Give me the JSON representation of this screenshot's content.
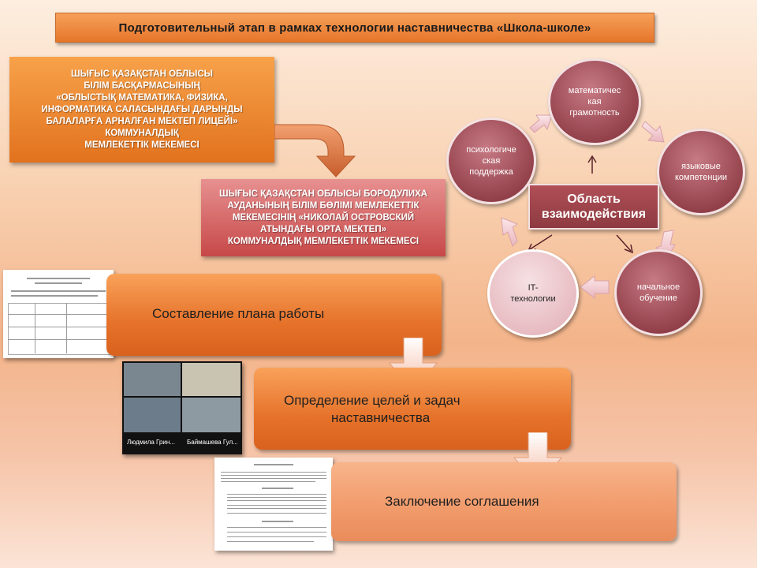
{
  "title": "Подготовительный  этап в рамках технологии наставничества  «Школа-школе»",
  "org1": {
    "lines": [
      "ШЫҒЫС ҚАЗАҚСТАН ОБЛЫСЫ",
      "БІЛІМ БАСҚАРМАСЫНЫҢ",
      "«ОБЛЫСТЫҚ МАТЕМАТИКА, ФИЗИКА,",
      "ИНФОРМАТИКА САЛАСЫНДАҒЫ ДАРЫНДЫ",
      "БАЛАЛАРҒА АРНАЛҒАН МЕКТЕП  ЛИЦЕЙІ»",
      "КОММУНАЛДЫҚ",
      "МЕМЛЕКЕТТІК  МЕКЕМЕСІ"
    ]
  },
  "org2": {
    "lines": [
      "ШЫҒЫС ҚАЗАҚСТАН ОБЛЫСЫ БОРОДУЛИХА",
      "АУДАНЫНЫҢ БІЛІМ БӨЛІМІ МЕМЛЕКЕТТІК",
      "МЕКЕМЕСІНІҢ «НИКОЛАЙ ОСТРОВСКИЙ",
      "АТЫНДАҒЫ ОРТА МЕКТЕП»",
      "КОММУНАЛДЫҚ МЕМЛЕКЕТТІК  МЕКЕМЕСІ"
    ]
  },
  "steps": [
    {
      "label": "Составление плана работы"
    },
    {
      "label_line1": "Определение целей и задач",
      "label_line2": "наставничества"
    },
    {
      "label": "Заключение соглашения"
    }
  ],
  "video": {
    "participant1": "Людмила  Грин...",
    "participant2": "Баймашева  Гул..."
  },
  "cycle": {
    "center_line1": "Область",
    "center_line2": "взаимодействия",
    "nodes": [
      {
        "l1": "математичес",
        "l2": "кая",
        "l3": "грамотность"
      },
      {
        "l1": "языковые",
        "l2": "компетенции"
      },
      {
        "l1": "начальное",
        "l2": "обучение"
      },
      {
        "l1": "IT-",
        "l2": "технологии"
      },
      {
        "l1": "психологиче",
        "l2": "ская",
        "l3": "поддержка"
      }
    ]
  },
  "colors": {
    "accent_orange": "#e6722a",
    "accent_red": "#c74848",
    "circle_burgundy": "#94424c",
    "circle_pale": "#e7bcc2"
  }
}
